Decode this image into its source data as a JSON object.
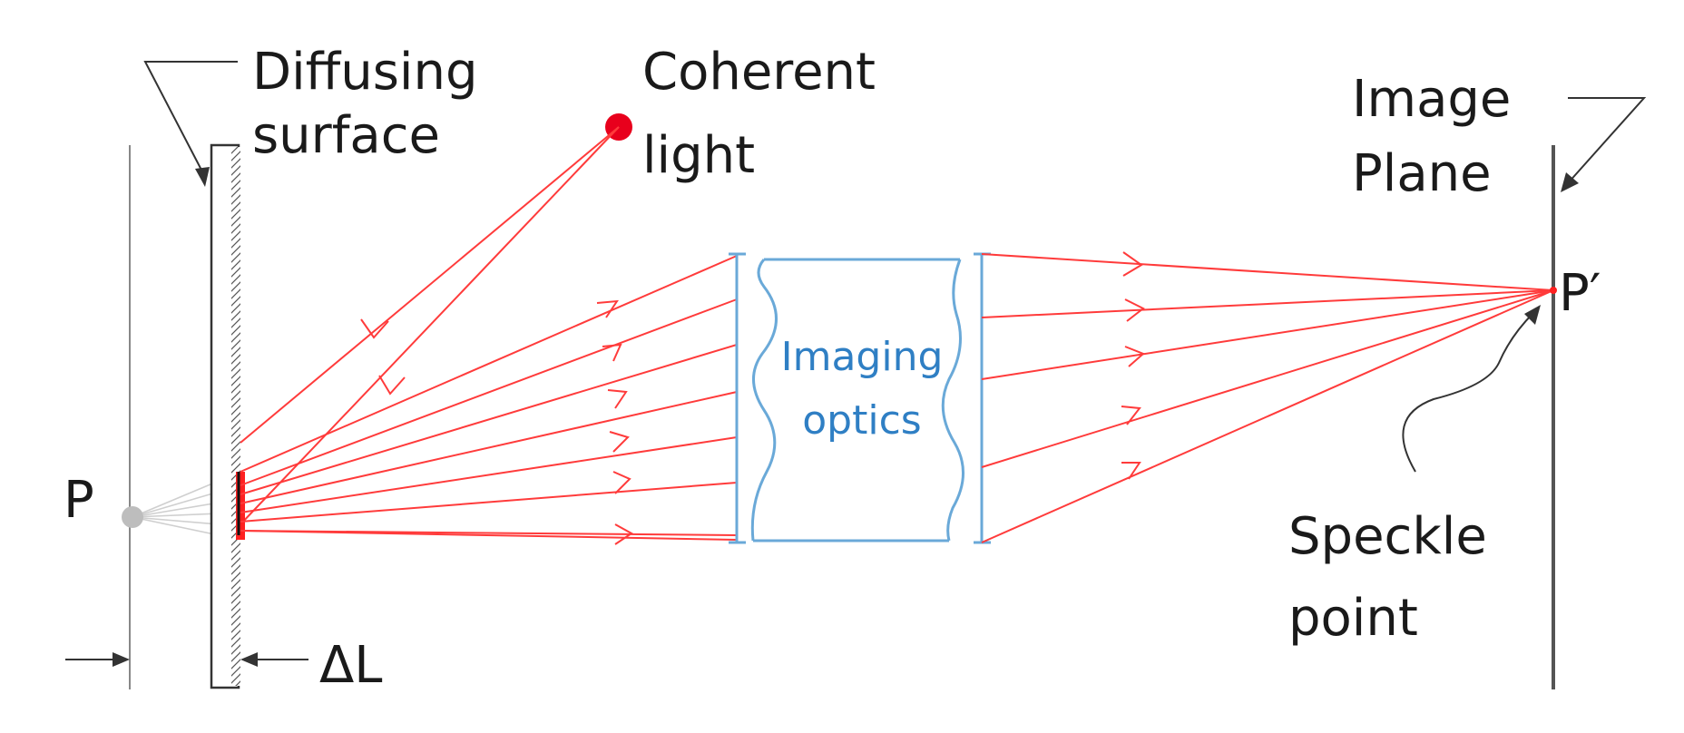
{
  "labels": {
    "diffusing_line1": "Diffusing",
    "diffusing_line2": "surface",
    "coherent_line1": "Coherent",
    "coherent_line2": "light",
    "image_line1": "Image",
    "image_line2": "Plane",
    "imaging_line1": "Imaging",
    "imaging_line2": "optics",
    "point_p": "P",
    "point_p_prime": "P′",
    "speckle_line1": "Speckle",
    "speckle_line2": "point",
    "delta_l": "ΔL"
  },
  "colors": {
    "ray": "#ff3b3b",
    "source": "#e8001c",
    "optics": "#6aa9d8",
    "optics_text": "#2f7fc4",
    "line": "#333333",
    "faint": "#bdbdbd"
  }
}
